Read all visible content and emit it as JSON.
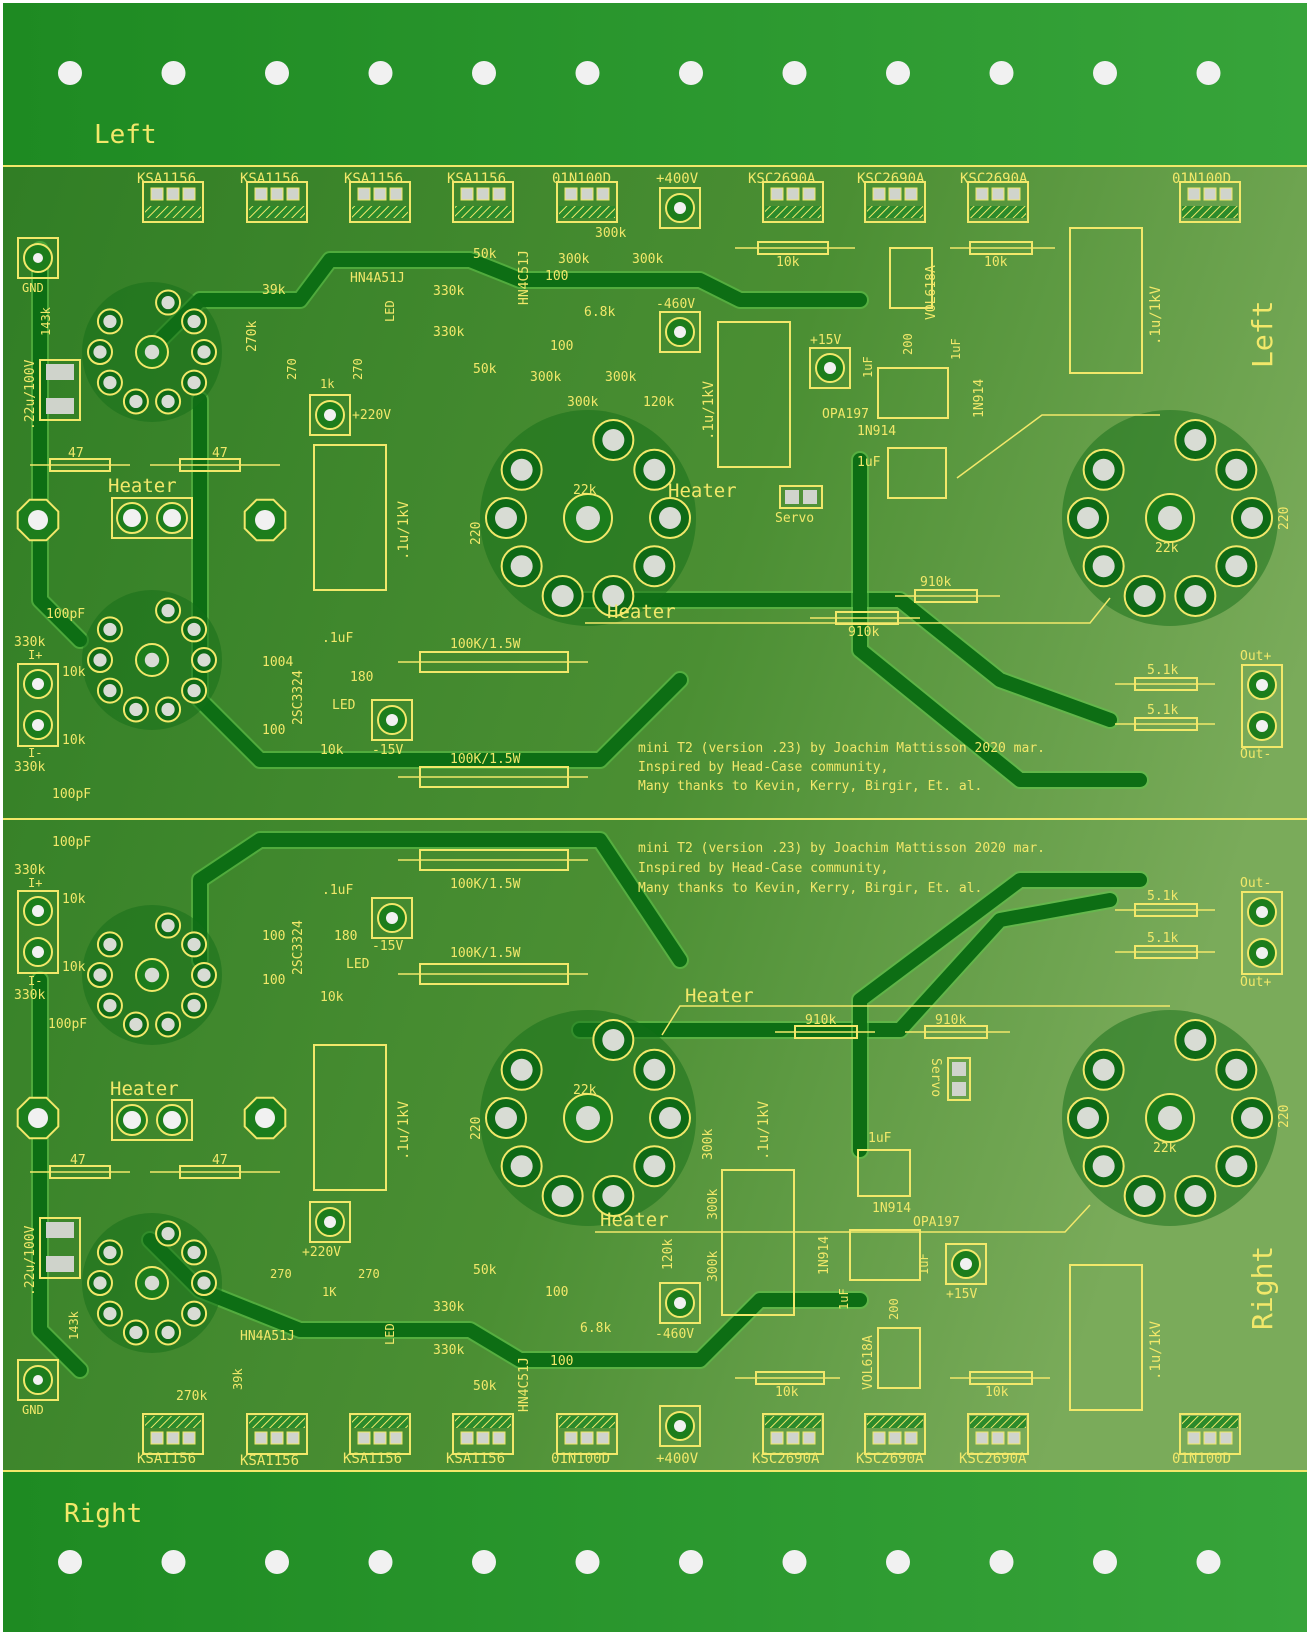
{
  "rails": {
    "top_label": "Left",
    "bottom_label": "Right",
    "side_left": "Left",
    "side_right": "Right"
  },
  "top": {
    "headers": [
      "KSA1156",
      "KSA1156",
      "KSA1156",
      "KSA1156",
      "01N100D",
      "+400V",
      "KSC2690A",
      "KSC2690A",
      "KSC2690A",
      "01N100D"
    ],
    "gnd": "GND",
    "heater": "Heater",
    "servo": "Servo",
    "hv_p220": "+220V",
    "hv_m460": "-460V",
    "v_p15": "+15V",
    "v_m15": "-15V",
    "out_plus": "Out+",
    "out_minus": "Out-",
    "in_plus": "I+",
    "in_minus": "I-",
    "opamp": "OPA197",
    "diode": "1N914",
    "reg": "VOL618A",
    "dual_p": "HN4A51J",
    "dual_n": "HN4C51J",
    "bjt": "2SC3324",
    "led": "LED",
    "cap_220": ".22u/100V",
    "cap_film": ".1u/1kV",
    "cap_1u": "1uF",
    "cap_01u": ".1uF",
    "cap_100p": "100pF",
    "r_100k": "100K/1.5W",
    "r_51k": "5.1k",
    "r_910k": "910k",
    "r_10k": "10k",
    "r_300k": "300k",
    "r_120k": "120k",
    "r_330k": "330k",
    "r_50k": "50k",
    "r_100": "100",
    "r_68k": "6.8k",
    "r_22k": "22k",
    "r_220": "220",
    "r_47": "47",
    "r_143k": "143k",
    "r_270k": "270k",
    "r_39k": "39k",
    "r_270": "270",
    "r_1k": "1k",
    "r_180": "180",
    "r_200": "200",
    "r_1004": "1004"
  },
  "bottom": {
    "headers": [
      "KSA1156",
      "KSA1156",
      "KSA1156",
      "KSA1156",
      "01N100D",
      "+400V",
      "KSC2690A",
      "KSC2690A",
      "KSC2690A",
      "01N100D"
    ],
    "r_1k": "1K",
    "r_100": "100",
    "r_10k": "10k"
  },
  "credits": [
    "mini T2 (version .23) by Joachim Mattisson 2020 mar.",
    "Inspired by Head-Case community,",
    "Many thanks to Kevin, Kerry, Birgir, Et. al."
  ],
  "colors": {
    "board": "#3f8a2c",
    "rail": "#2f9a2f",
    "silkscreen": "#f2e86a",
    "copper": "#0d6e14",
    "hole": "#f1f1f1"
  }
}
